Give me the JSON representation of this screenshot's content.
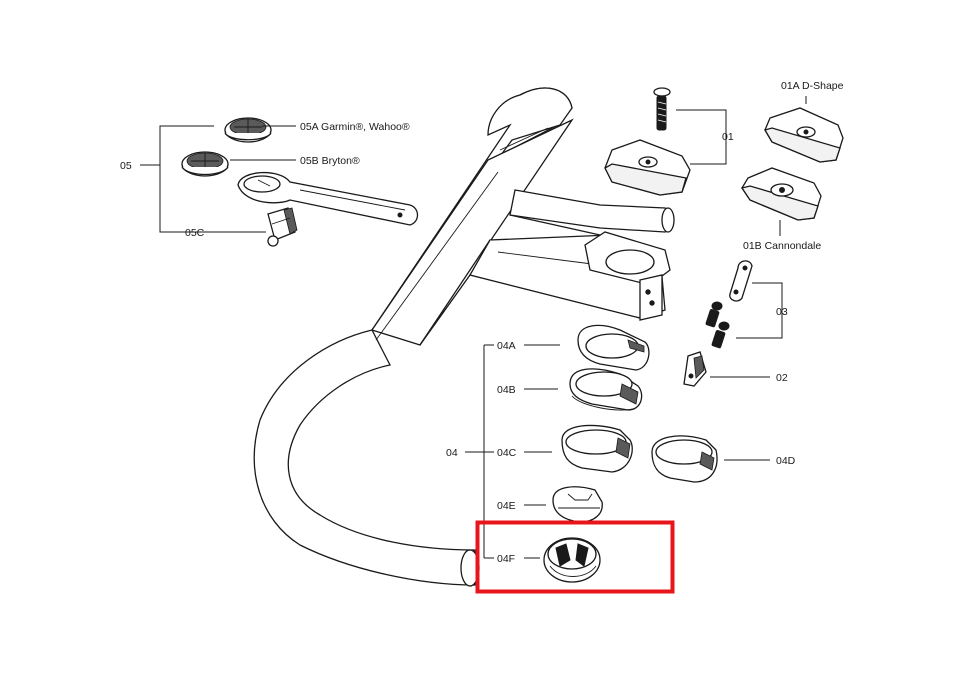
{
  "highlight_color": "#e8151b",
  "labels": {
    "p01": "01",
    "p01a": "01A D-Shape",
    "p01b": "01B Cannondale",
    "p02": "02",
    "p03": "03",
    "p04": "04",
    "p04a": "04A",
    "p04b": "04B",
    "p04c": "04C",
    "p04d": "04D",
    "p04e": "04E",
    "p04f": "04F",
    "p05": "05",
    "p05a": "05A Garmin®, Wahoo®",
    "p05b": "05B Bryton®",
    "p05c": "05C"
  }
}
